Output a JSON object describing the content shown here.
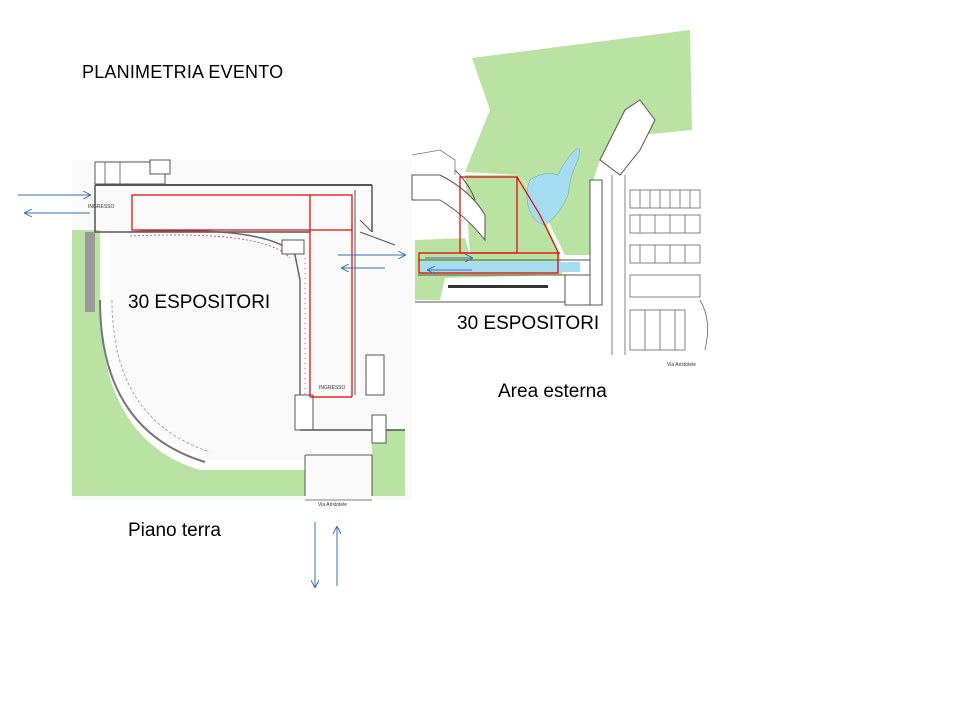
{
  "title": "PLANIMETRIA EVENTO",
  "ground_floor": {
    "exhibitors_label": "30 ESPOSITORI",
    "caption": "Piano terra",
    "entrance_top": "INGRESSO",
    "entrance_bottom": "INGRESSO",
    "street": "Via Aristotele"
  },
  "outdoor": {
    "exhibitors_label": "30 ESPOSITORI",
    "caption": "Area esterna",
    "street": "Via Aristotele"
  },
  "colors": {
    "highlight": "#e00000",
    "arrow": "#3a6fb5",
    "green": "#b9e2a3",
    "water": "#a6dcef",
    "wall": "#555555"
  }
}
